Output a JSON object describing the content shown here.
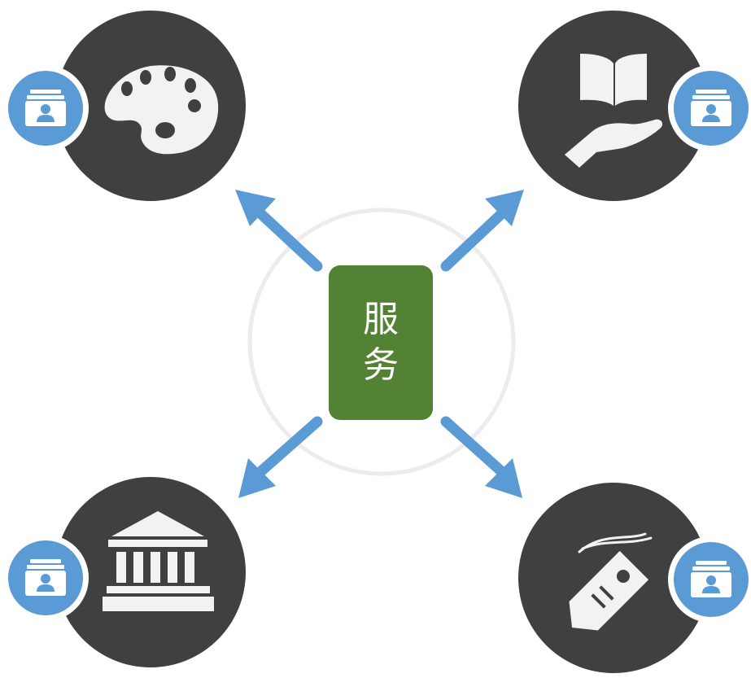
{
  "center": {
    "char1": "服",
    "char2": "务",
    "color": "#548235"
  },
  "colors": {
    "node": "#404040",
    "badge": "#5b9bd5",
    "arrow": "#5b9bd5",
    "ring": "#ececec",
    "icon": "#f2f2f2"
  },
  "nodes": [
    {
      "id": "top-left",
      "icon": "palette-icon"
    },
    {
      "id": "top-right",
      "icon": "book-in-hand-icon"
    },
    {
      "id": "bottom-left",
      "icon": "museum-building-icon"
    },
    {
      "id": "bottom-right",
      "icon": "price-tag-icon"
    }
  ],
  "badge_icon": "contact-card-icon"
}
